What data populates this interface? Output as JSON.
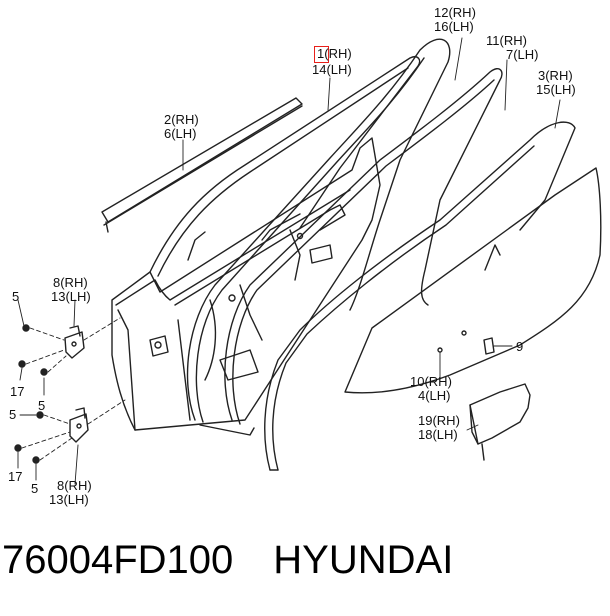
{
  "labels": {
    "part12": {
      "rh": "12(RH)",
      "lh": "16(LH)"
    },
    "part1": {
      "num": "1",
      "rh": "(RH)",
      "lh": "14(LH)"
    },
    "part11": {
      "rh": "11(RH)",
      "lh": "7(LH)"
    },
    "part3": {
      "rh": "3(RH)",
      "lh": "15(LH)"
    },
    "part2": {
      "rh": "2(RH)",
      "lh": "6(LH)"
    },
    "part8_top": {
      "rh": "8(RH)",
      "lh": "13(LH)"
    },
    "part8_bottom": {
      "rh": "8(RH)",
      "lh": "13(LH)"
    },
    "part10": {
      "rh": "10(RH)",
      "lh": "4(LH)"
    },
    "part19": {
      "rh": "19(RH)",
      "lh": "18(LH)"
    },
    "part9": "9",
    "bolt5_a": "5",
    "bolt17_a": "17",
    "bolt5_b": "5",
    "bolt5_c": "5",
    "bolt17_b": "17",
    "bolt5_d": "5"
  },
  "footer": {
    "part_number": "76004FD100",
    "brand": "HYUNDAI"
  },
  "colors": {
    "line": "#222222",
    "highlight": "#e8201a"
  }
}
